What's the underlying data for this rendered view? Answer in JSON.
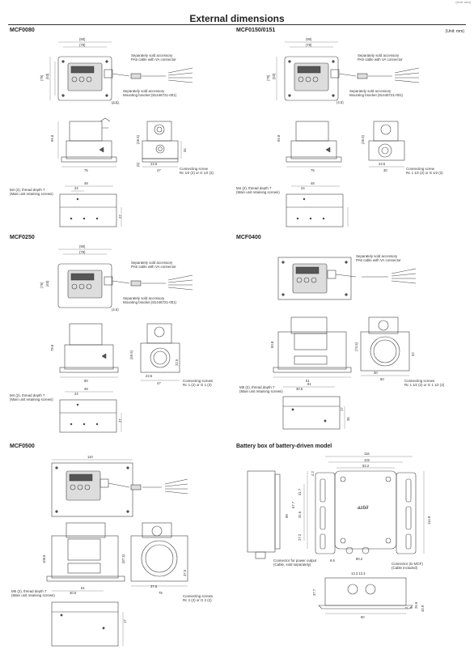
{
  "header": {
    "title": "External dimensions",
    "unit": "(Unit: mm)",
    "corner": "(Unit: mm)"
  },
  "sections": {
    "mcf0080": {
      "name": "MCF0080"
    },
    "mcf0150": {
      "name": "MCF0150/0151"
    },
    "mcf0250": {
      "name": "MCF0250"
    },
    "mcf0400": {
      "name": "MCF0400"
    },
    "mcf0500": {
      "name": "MCF0500"
    },
    "battery": {
      "name": "Battery box of battery-driven model"
    }
  },
  "notes": {
    "pa5_1": "Separately sold accessory",
    "pa5_2": "PA5 cable with VA connector",
    "mb_1": "Separately sold accessory",
    "mb_2": "Mounting bracket (81446721-001)",
    "m4_1": "M4 (2), thread depth 7",
    "m4_2": "(Main unit retaining screws)",
    "m5_1": "M5 (2), thread depth 7",
    "m5_2": "(Main unit retaining screws)",
    "conn": "Connecting screw",
    "conns": "Connecting screws",
    "rc_0080": "Rc 1⁄2 (2) or G 1⁄2 (2)",
    "rc_0150": "Rc 1 1⁄2 (2) or G 1⁄2 (2)",
    "rc_0250": "Rc 1 (2) or G 1 (2)",
    "rc_0400": "Rc 1 1⁄2 (2) or G 1 1⁄2 (2)",
    "rc_0500": "Rc 2 (2) or G 2 (2)",
    "power_1": "Connector for power output",
    "power_2": "(Cable, sold separately)",
    "mcf_1": "Connector (to MCF)",
    "mcf_2": "(Cable included)"
  },
  "dims": {
    "d90": "(90)",
    "d78": "(78)",
    "d75p": "(75)",
    "d63": "(63)",
    "d45": "(4.5)",
    "d65": "65.8",
    "d465": "(46.5)",
    "d75": "75",
    "d47": "47",
    "d235": "23.5",
    "d34": "34",
    "d6": "(6)",
    "d18": "18",
    "d48": "48",
    "d24": "24",
    "d12": "12",
    "d27": "27",
    "d658": "65.8",
    "d30": "30",
    "d798": "79.8",
    "d90b": "90",
    "d555": "(55.5)",
    "d225": "22.5",
    "d938": "93.8",
    "d745": "(74.5)",
    "d61": "61",
    "d305": "30.5",
    "d60": "60",
    "d35": "35",
    "d17": "17",
    "d52": "52",
    "d110": "110",
    "d1088": "108.8",
    "d873": "(87.3)",
    "d375": "37.5",
    "d75c": "75",
    "d50": "50",
    "d116": "116",
    "d102": "102",
    "d832": "83.2",
    "d42": "4.2",
    "d317": "31.7",
    "d677": "67.7",
    "d316": "31.6",
    "d272": "27.2",
    "d99": "99",
    "d1148": "114.8",
    "d802": "80.2",
    "d66": "6.6",
    "d133": "13.3 13.3",
    "d377": "37.7",
    "d2": "2",
    "d6b": "6",
    "d269": "26.9",
    "d409": "40.9",
    "d60b": "60"
  },
  "device": {
    "brand": "azbil"
  }
}
